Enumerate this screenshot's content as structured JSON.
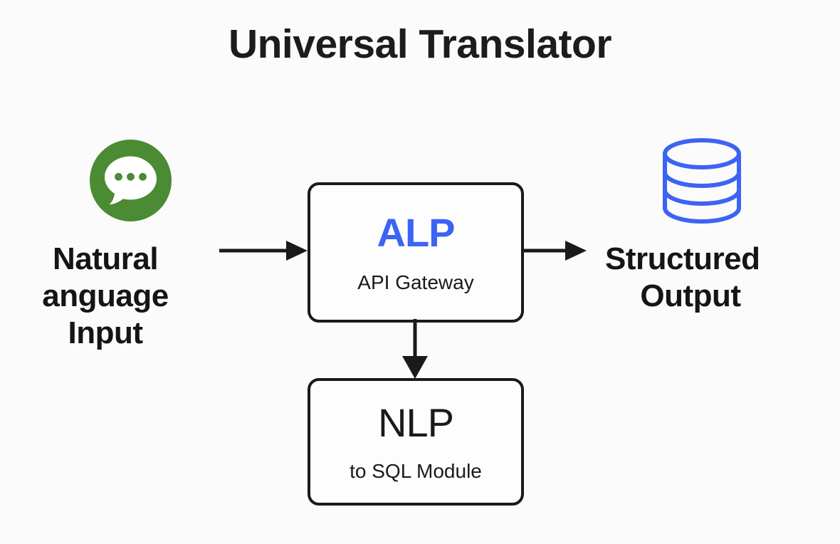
{
  "page": {
    "background_color": "#fbfbfb",
    "title": "Universal Translator"
  },
  "colors": {
    "accent_blue": "#3d63f5",
    "icon_green": "#4b8b33",
    "stroke_black": "#1a1a1a",
    "text_black": "#151515"
  },
  "nodes": {
    "input": {
      "icon": "chat-bubble-icon",
      "icon_color": "#4b8b33",
      "label": "Natural\nanguage\nInput"
    },
    "alp": {
      "title": "ALP",
      "title_color": "#3d63f5",
      "subtitle": "API Gateway"
    },
    "nlp": {
      "title": "NLP",
      "title_color": "#1a1a1a",
      "subtitle": "to SQL Module"
    },
    "output": {
      "icon": "database-icon",
      "icon_color": "#3d63f5",
      "label_line_1": "Structured",
      "label_line_2": "Output"
    }
  },
  "connectors": [
    {
      "name": "input-to-alp",
      "direction": "right"
    },
    {
      "name": "alp-to-output",
      "direction": "right"
    },
    {
      "name": "alp-to-nlp",
      "direction": "down"
    }
  ]
}
